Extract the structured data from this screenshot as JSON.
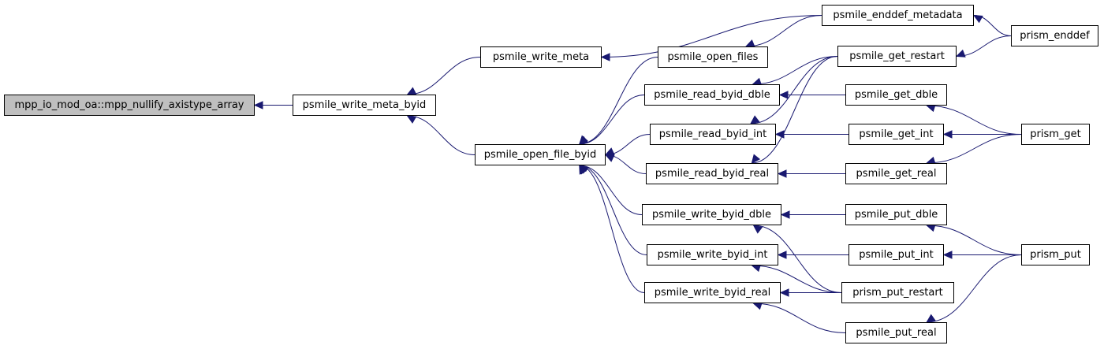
{
  "diagram": {
    "colors": {
      "edge": "#191970",
      "node_border": "#000000",
      "root_fill": "#bfbfbf",
      "node_fill": "#ffffff"
    },
    "nodes": {
      "root": "mpp_io_mod_oa::mpp_nullify_axistype_array",
      "write_meta_byid": "psmile_write_meta_byid",
      "write_meta": "psmile_write_meta",
      "open_file_byid": "psmile_open_file_byid",
      "enddef_metadata": "psmile_enddef_metadata",
      "prism_enddef": "prism_enddef",
      "open_files": "psmile_open_files",
      "get_restart": "psmile_get_restart",
      "read_byid_dble": "psmile_read_byid_dble",
      "get_dble": "psmile_get_dble",
      "read_byid_int": "psmile_read_byid_int",
      "get_int": "psmile_get_int",
      "prism_get": "prism_get",
      "read_byid_real": "psmile_read_byid_real",
      "get_real": "psmile_get_real",
      "write_byid_dble": "psmile_write_byid_dble",
      "put_dble": "psmile_put_dble",
      "write_byid_int": "psmile_write_byid_int",
      "put_int": "psmile_put_int",
      "prism_put": "prism_put",
      "write_byid_real": "psmile_write_byid_real",
      "prism_put_restart": "prism_put_restart",
      "put_real": "psmile_put_real"
    },
    "edges": [
      [
        "write_meta_byid",
        "root"
      ],
      [
        "write_meta",
        "write_meta_byid"
      ],
      [
        "open_file_byid",
        "write_meta_byid"
      ],
      [
        "enddef_metadata",
        "write_meta"
      ],
      [
        "prism_enddef",
        "enddef_metadata"
      ],
      [
        "open_files",
        "open_file_byid"
      ],
      [
        "enddef_metadata",
        "open_files"
      ],
      [
        "read_byid_dble",
        "open_file_byid"
      ],
      [
        "read_byid_int",
        "open_file_byid"
      ],
      [
        "read_byid_real",
        "open_file_byid"
      ],
      [
        "write_byid_dble",
        "open_file_byid"
      ],
      [
        "write_byid_int",
        "open_file_byid"
      ],
      [
        "write_byid_real",
        "open_file_byid"
      ],
      [
        "prism_enddef",
        "get_restart"
      ],
      [
        "get_restart",
        "read_byid_dble"
      ],
      [
        "get_restart",
        "read_byid_int"
      ],
      [
        "get_restart",
        "read_byid_real"
      ],
      [
        "get_dble",
        "read_byid_dble"
      ],
      [
        "get_int",
        "read_byid_int"
      ],
      [
        "get_real",
        "read_byid_real"
      ],
      [
        "prism_get",
        "get_dble"
      ],
      [
        "prism_get",
        "get_int"
      ],
      [
        "prism_get",
        "get_real"
      ],
      [
        "put_dble",
        "write_byid_dble"
      ],
      [
        "put_int",
        "write_byid_int"
      ],
      [
        "put_real",
        "write_byid_real"
      ],
      [
        "prism_put_restart",
        "write_byid_dble"
      ],
      [
        "prism_put_restart",
        "write_byid_int"
      ],
      [
        "prism_put_restart",
        "write_byid_real"
      ],
      [
        "prism_put",
        "put_dble"
      ],
      [
        "prism_put",
        "put_int"
      ],
      [
        "prism_put",
        "put_real"
      ]
    ]
  }
}
